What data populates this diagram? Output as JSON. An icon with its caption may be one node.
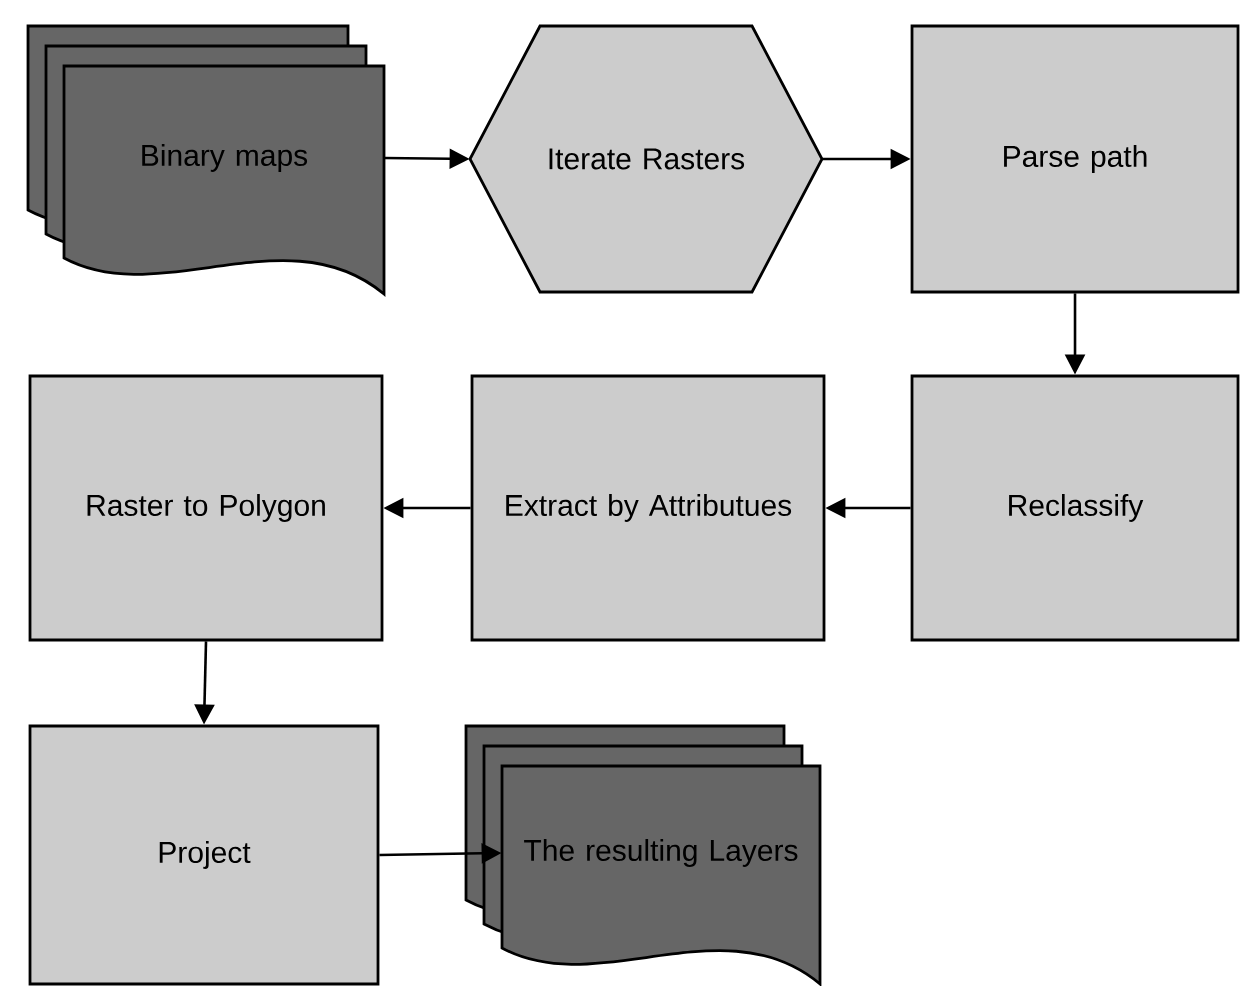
{
  "diagram": {
    "nodes": [
      {
        "text": [
          "Binary maps"
        ]
      },
      {
        "text": [
          "Iterate Rasters"
        ]
      },
      {
        "text": [
          "Parse path"
        ]
      },
      {
        "text": [
          "Reclassify"
        ]
      },
      {
        "text": [
          "Extract by Attributues"
        ]
      },
      {
        "text": [
          "Raster to Polygon"
        ]
      },
      {
        "text": [
          "Project"
        ]
      },
      {
        "text": [
          "The resulting Layers"
        ]
      }
    ],
    "edges": [
      {
        "from": 0,
        "to": 1,
        "arrow": "to"
      },
      {
        "from": 1,
        "to": 2,
        "arrow": "to"
      },
      {
        "from": 2,
        "to": 3,
        "arrow": "to"
      },
      {
        "from": 3,
        "to": 4,
        "arrow": "to"
      },
      {
        "from": 4,
        "to": 5,
        "arrow": "to"
      },
      {
        "from": 5,
        "to": 6,
        "arrow": "to"
      },
      {
        "from": 6,
        "to": 7,
        "arrow": "to"
      }
    ]
  }
}
